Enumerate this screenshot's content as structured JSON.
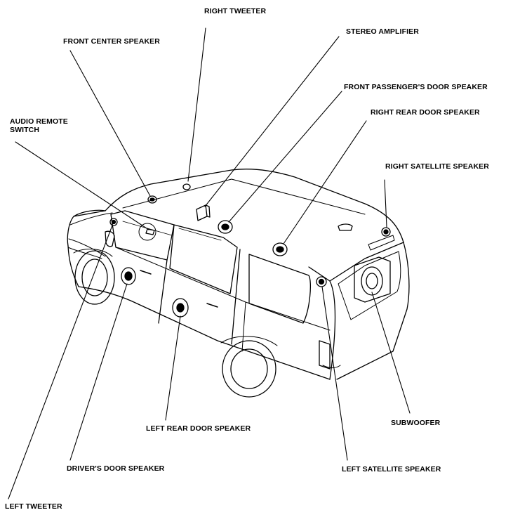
{
  "labels": {
    "right_tweeter": "RIGHT TWEETER",
    "front_center_speaker": "FRONT CENTER SPEAKER",
    "stereo_amplifier": "STEREO AMPLIFIER",
    "front_passenger_door_speaker": "FRONT PASSENGER'S DOOR SPEAKER",
    "right_rear_door_speaker": "RIGHT REAR DOOR SPEAKER",
    "audio_remote_switch_line1": "AUDIO REMOTE",
    "audio_remote_switch_line2": "SWITCH",
    "right_satellite_speaker": "RIGHT SATELLITE SPEAKER",
    "subwoofer": "SUBWOOFER",
    "left_rear_door_speaker": "LEFT REAR DOOR SPEAKER",
    "drivers_door_speaker": "DRIVER'S DOOR SPEAKER",
    "left_satellite_speaker": "LEFT SATELLITE SPEAKER",
    "left_tweeter": "LEFT TWEETER"
  },
  "colors": {
    "line": "#000000",
    "background": "#ffffff"
  }
}
